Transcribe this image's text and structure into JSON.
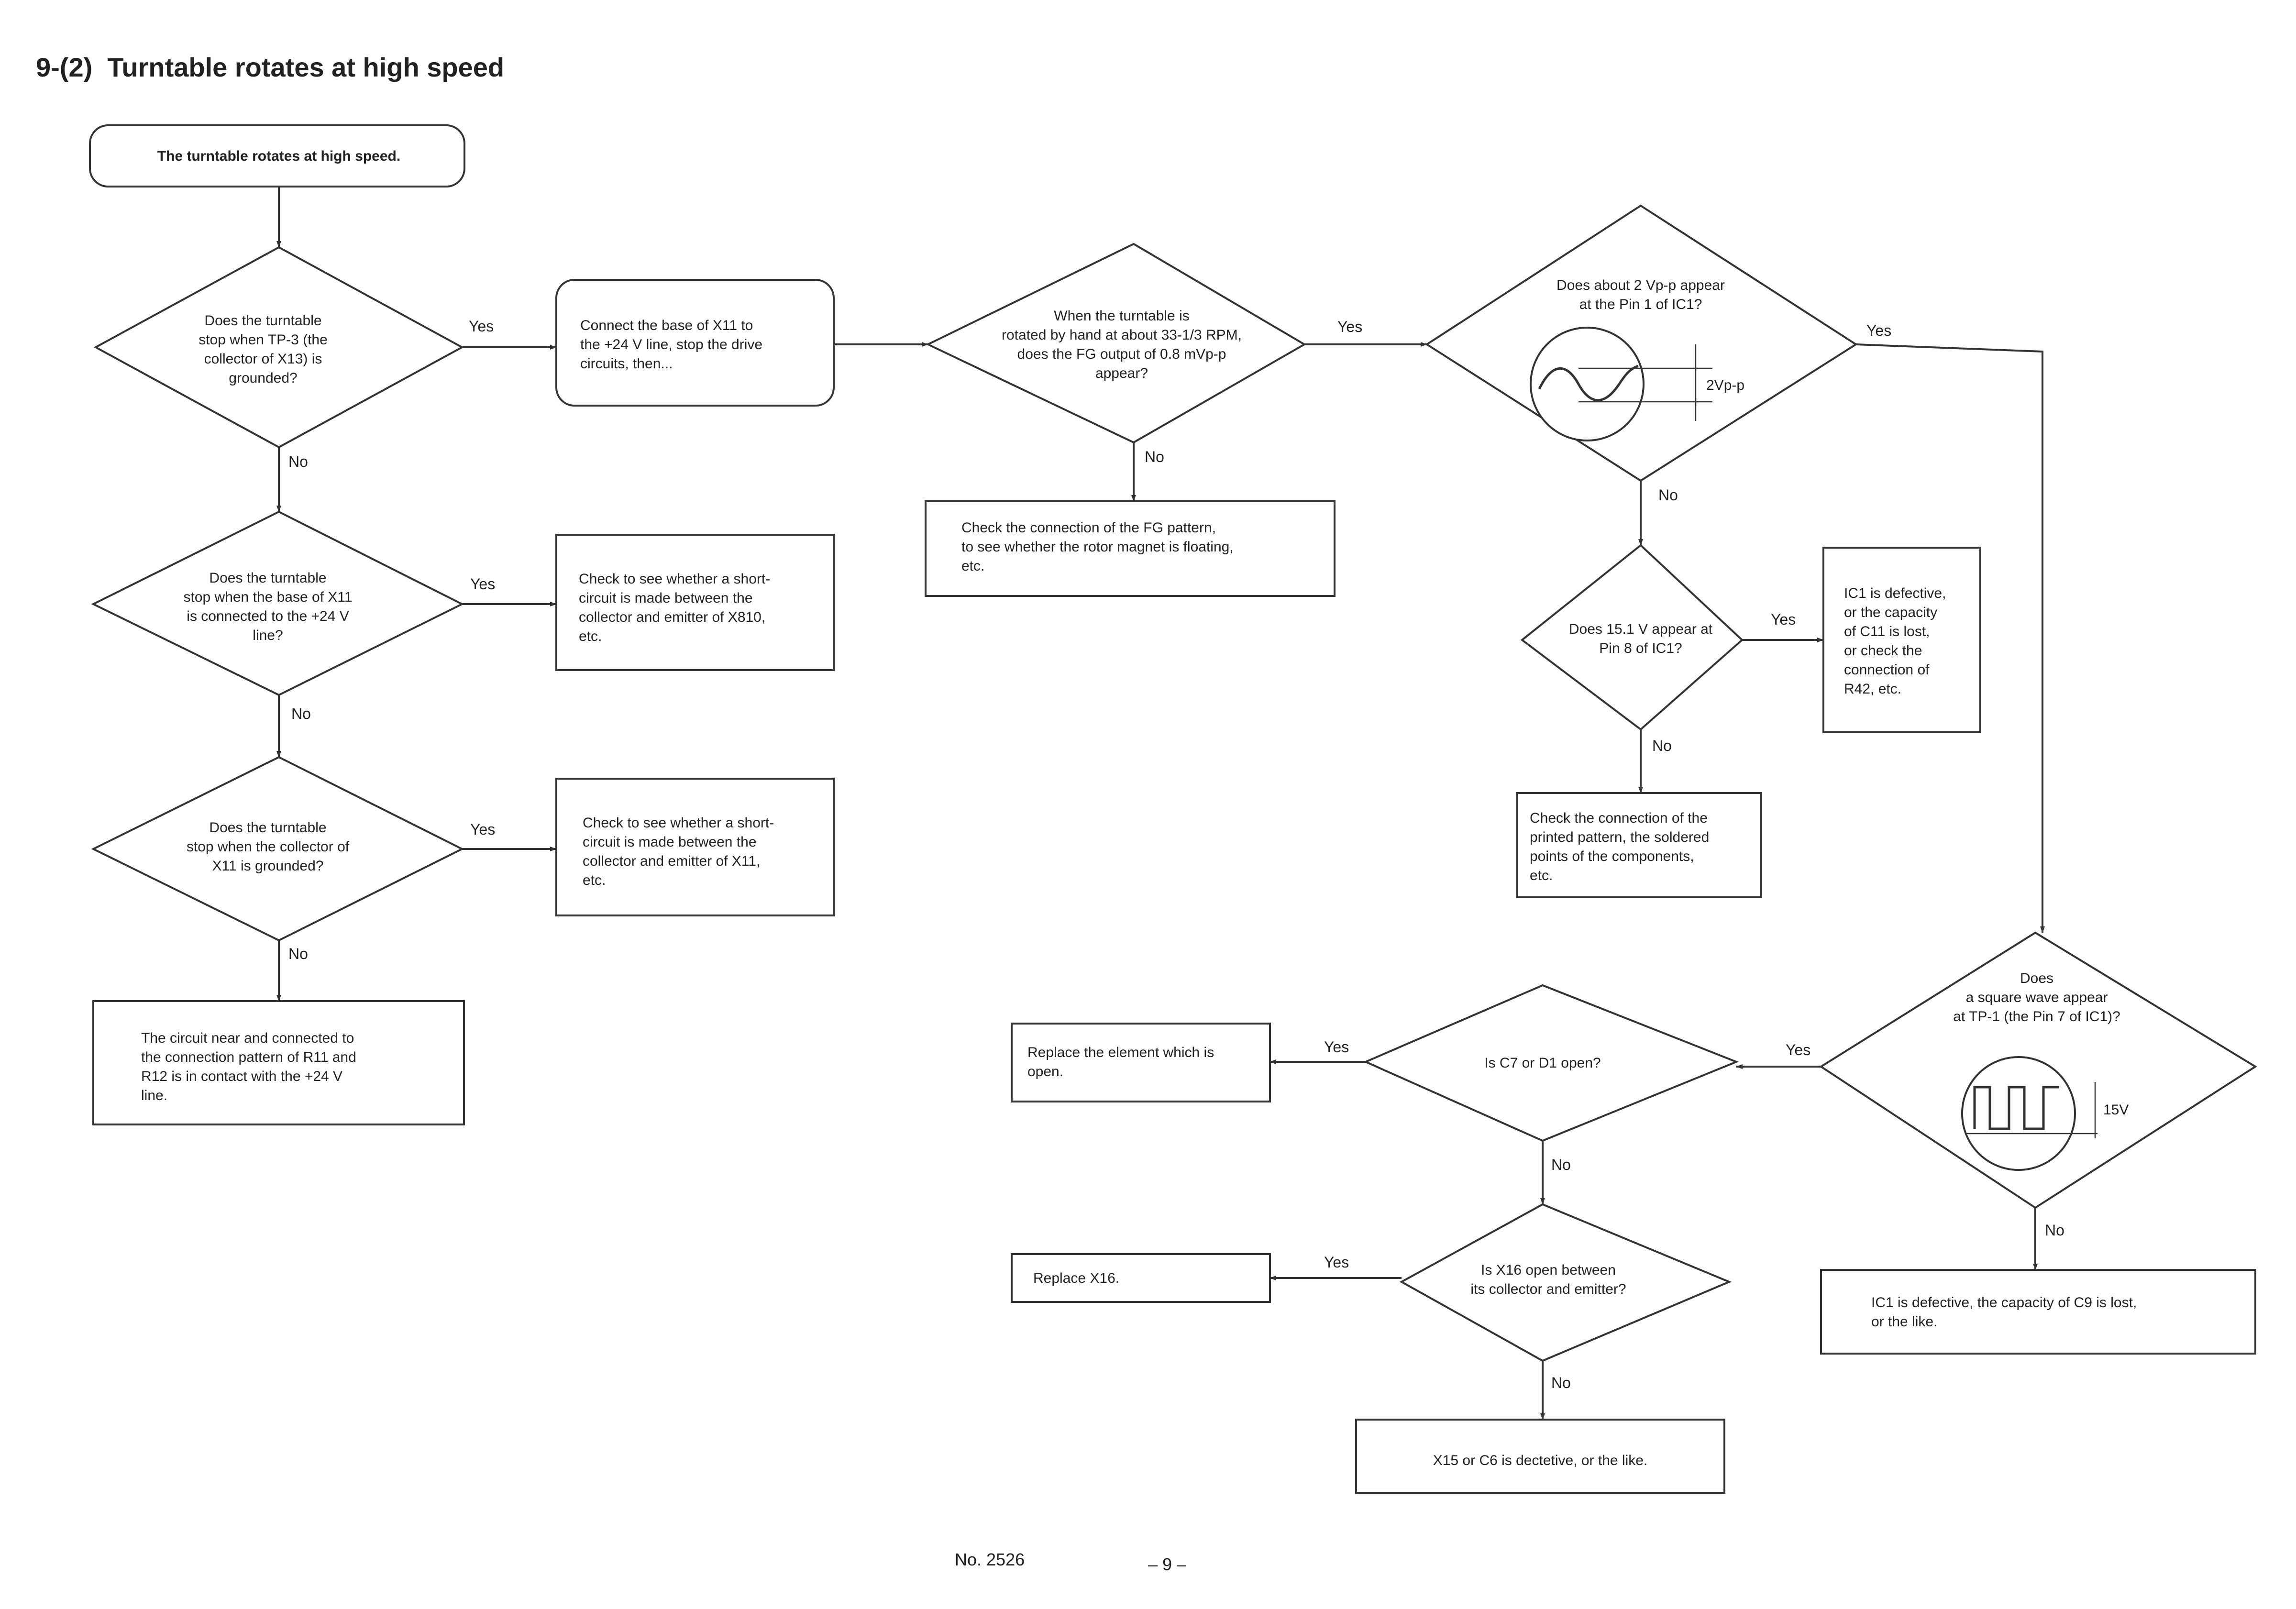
{
  "title": "9-(2)  Turntable rotates at high speed",
  "nodes": {
    "start": [
      "The turntable rotates at high speed."
    ],
    "q_tp3": [
      "Does the turntable",
      "stop when TP-3 (the",
      "collector of X13) is",
      "grounded?"
    ],
    "a_connect_x11": [
      "Connect the base of X11 to",
      "the +24 V line, stop the drive",
      "circuits, then..."
    ],
    "q_fg": [
      "When the turntable is",
      "rotated by hand at about 33-1/3 RPM,",
      "does the FG output of 0.8 mVp-p",
      "appear?"
    ],
    "q_2vpp": [
      "Does about 2 Vp-p appear",
      "at the Pin 1 of IC1?"
    ],
    "q_base_x11": [
      "Does the turntable",
      "stop when the base of X11",
      "is connected to the +24 V",
      "line?"
    ],
    "a_short_x810": [
      "Check to see whether a short-",
      "circuit is made between the",
      "collector and emitter of X810,",
      "etc."
    ],
    "a_fg_pattern": [
      "Check the connection of the FG pattern,",
      "to see whether the rotor magnet is floating,",
      "etc."
    ],
    "q_15v": [
      "Does 15.1 V appear at",
      "Pin 8 of IC1?"
    ],
    "a_ic1_c11": [
      "IC1 is defective,",
      "or the capacity",
      "of C11 is lost,",
      "or check the",
      "connection of",
      "R42, etc."
    ],
    "a_printed": [
      "Check the connection of the",
      "printed pattern, the soldered",
      "points of the components,",
      "etc."
    ],
    "q_collector_x11": [
      "Does the turntable",
      "stop when the collector of",
      "X11 is grounded?"
    ],
    "a_short_x11": [
      "Check to see whether a short-",
      "circuit is made between the",
      "collector and emitter of X11,",
      "etc."
    ],
    "a_r11_r12": [
      "The circuit near and connected to",
      "the connection pattern of R11 and",
      "R12 is in contact with the +24 V",
      "line."
    ],
    "q_square": [
      "Does",
      "a square wave appear",
      "at TP-1 (the Pin 7 of IC1)?"
    ],
    "q_c7_d1": [
      "Is C7 or D1 open?"
    ],
    "a_replace_elem": [
      "Replace the element which is",
      "open."
    ],
    "q_x16": [
      "Is X16 open between",
      "its collector and emitter?"
    ],
    "a_replace_x16": [
      "Replace X16."
    ],
    "a_x15_c6": [
      "X15 or C6 is dectetive, or the like."
    ],
    "a_ic1_c9": [
      "IC1 is defective, the capacity of C9 is lost,",
      "or the like."
    ]
  },
  "waveforms": {
    "sine_label": "2Vp-p",
    "square_label": "15V"
  },
  "edge_labels": {
    "yes": "Yes",
    "no": "No"
  },
  "footer": {
    "doc_number": "No. 2526",
    "page": "– 9 –"
  }
}
